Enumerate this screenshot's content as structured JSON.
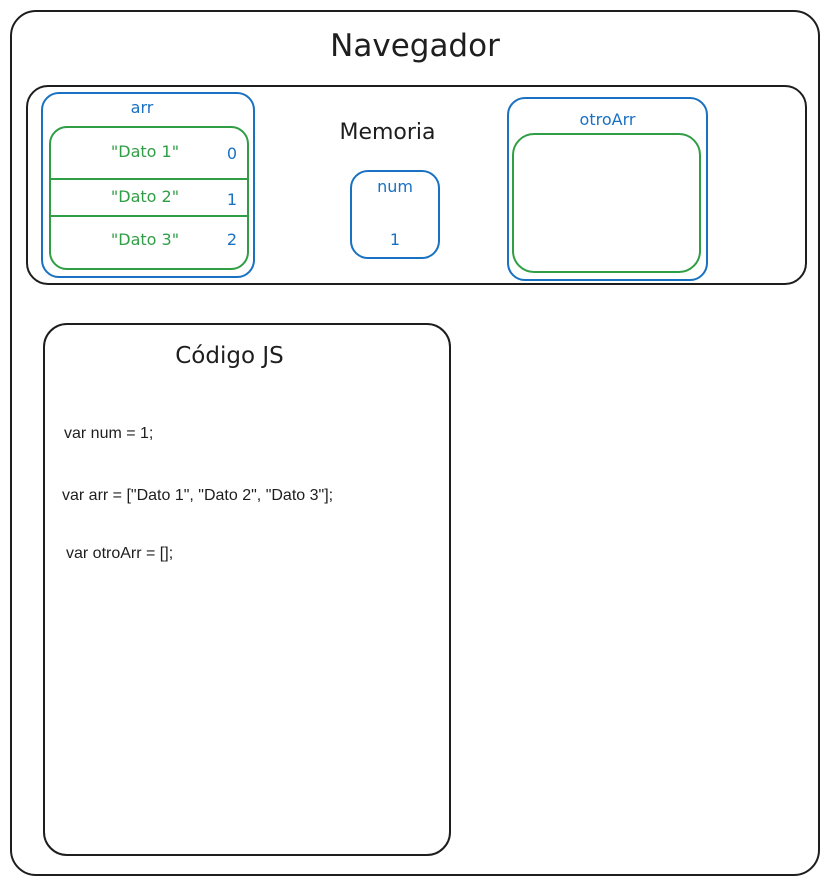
{
  "browser": {
    "title": "Navegador"
  },
  "memory": {
    "title": "Memoria",
    "arr": {
      "label": "arr",
      "items": [
        {
          "value": "\"Dato 1\"",
          "index": "0"
        },
        {
          "value": "\"Dato 2\"",
          "index": "1"
        },
        {
          "value": "\"Dato 3\"",
          "index": "2"
        }
      ]
    },
    "num": {
      "label": "num",
      "value": "1"
    },
    "otroArr": {
      "label": "otroArr"
    }
  },
  "code": {
    "title": "Código JS",
    "lines": [
      "var num = 1;",
      "var arr = [\"Dato 1\", \"Dato 2\", \"Dato 3\"];",
      "var otroArr = [];"
    ]
  },
  "colors": {
    "stroke": "#1e1e1e",
    "blue": "#1971c2",
    "green": "#2f9e44"
  }
}
